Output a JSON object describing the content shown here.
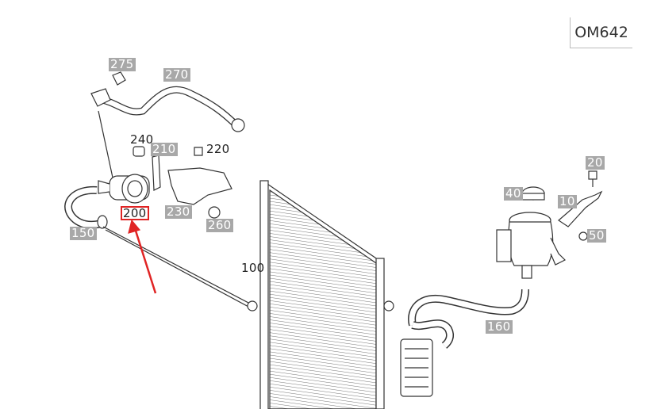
{
  "engine_code": "OM642",
  "parts": {
    "p275": "275",
    "p270": "270",
    "p240": "240",
    "p210": "210",
    "p220": "220",
    "p230": "230",
    "p200": "200",
    "p260": "260",
    "p150": "150",
    "p100": "100",
    "p20": "20",
    "p40": "40",
    "p10": "10",
    "p50": "50",
    "p160": "160"
  },
  "colors": {
    "label_bg": "#a8a8a8",
    "highlight": "#e02424",
    "line": "#333333"
  }
}
